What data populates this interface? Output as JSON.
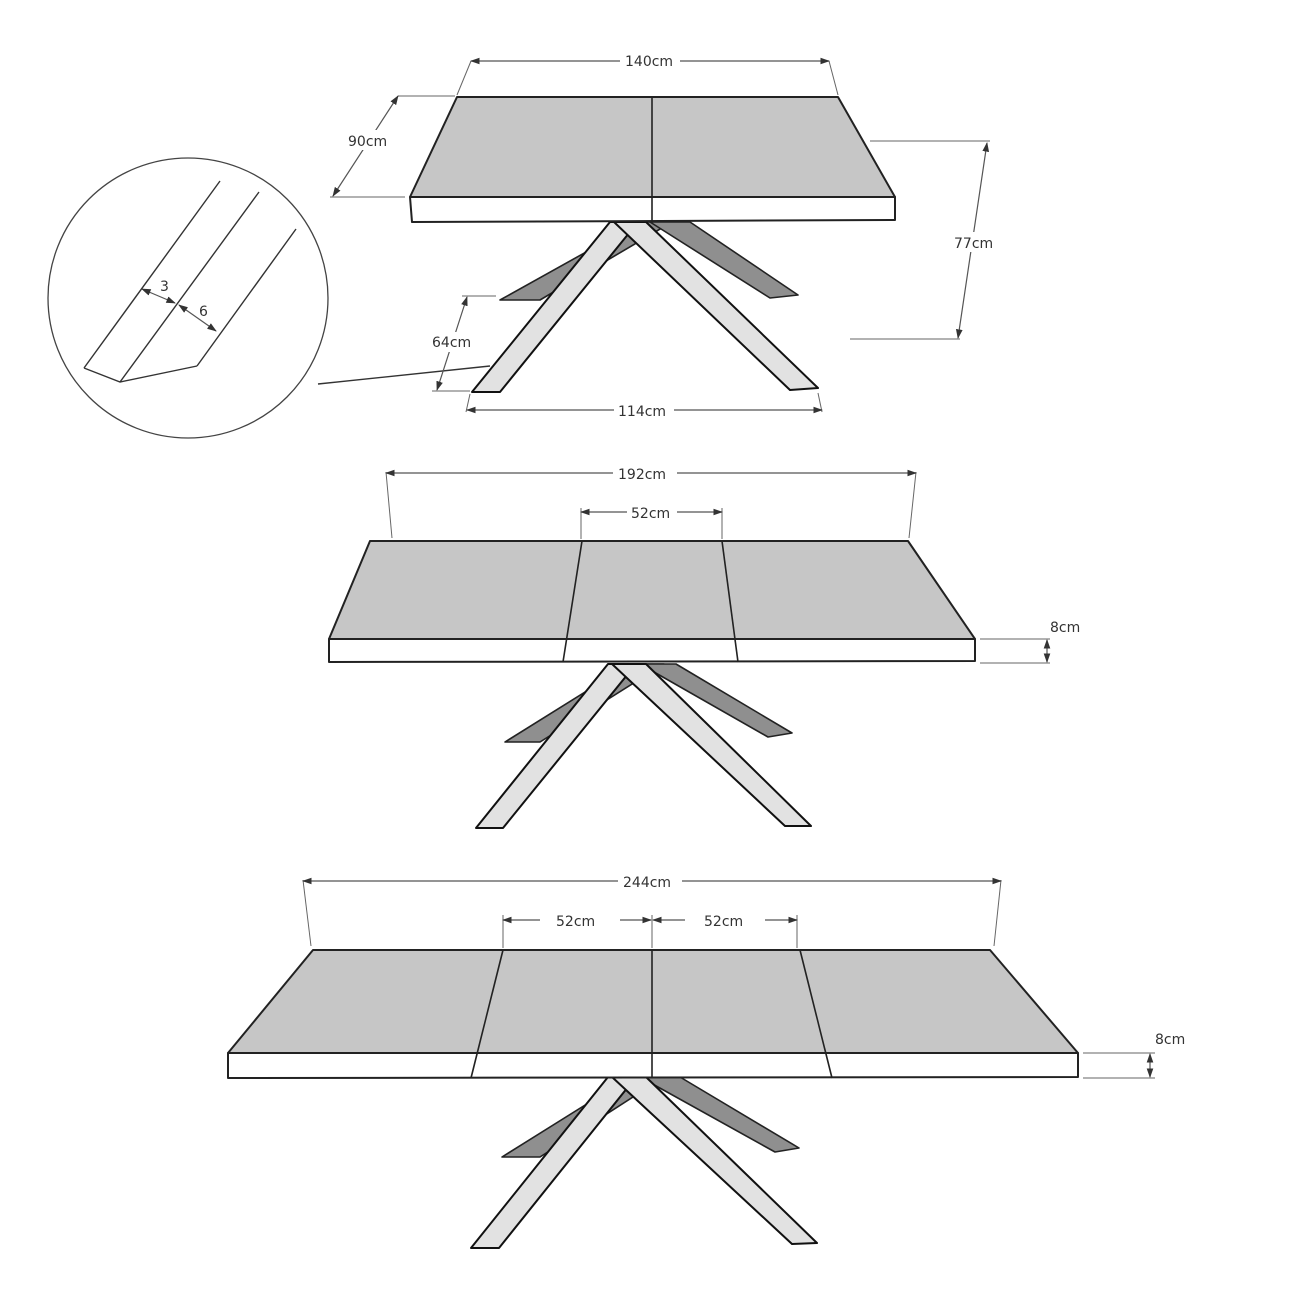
{
  "diagram": {
    "type": "technical dimension drawing — extendable dining table",
    "colors": {
      "top_surface": "#c6c6c6",
      "edge": "#ffffff",
      "front_legs": "#e2e2e2",
      "back_legs": "#8f8f8f",
      "lines": "#222222"
    },
    "views": [
      {
        "name": "closed",
        "panels": 2,
        "dimensions": {
          "length": "140cm",
          "depth": "90cm",
          "height": "77cm",
          "leg_depth": "64cm",
          "leg_span": "114cm"
        }
      },
      {
        "name": "one-extension",
        "panels": 3,
        "dimensions": {
          "length": "192cm",
          "extension": "52cm",
          "top_thickness": "8cm"
        }
      },
      {
        "name": "two-extensions",
        "panels": 4,
        "dimensions": {
          "length": "244cm",
          "extension_1": "52cm",
          "extension_2": "52cm",
          "top_thickness": "8cm"
        }
      }
    ],
    "detail": {
      "name": "leg-cross-section-detail",
      "dim_a": "3",
      "dim_b": "6"
    }
  }
}
